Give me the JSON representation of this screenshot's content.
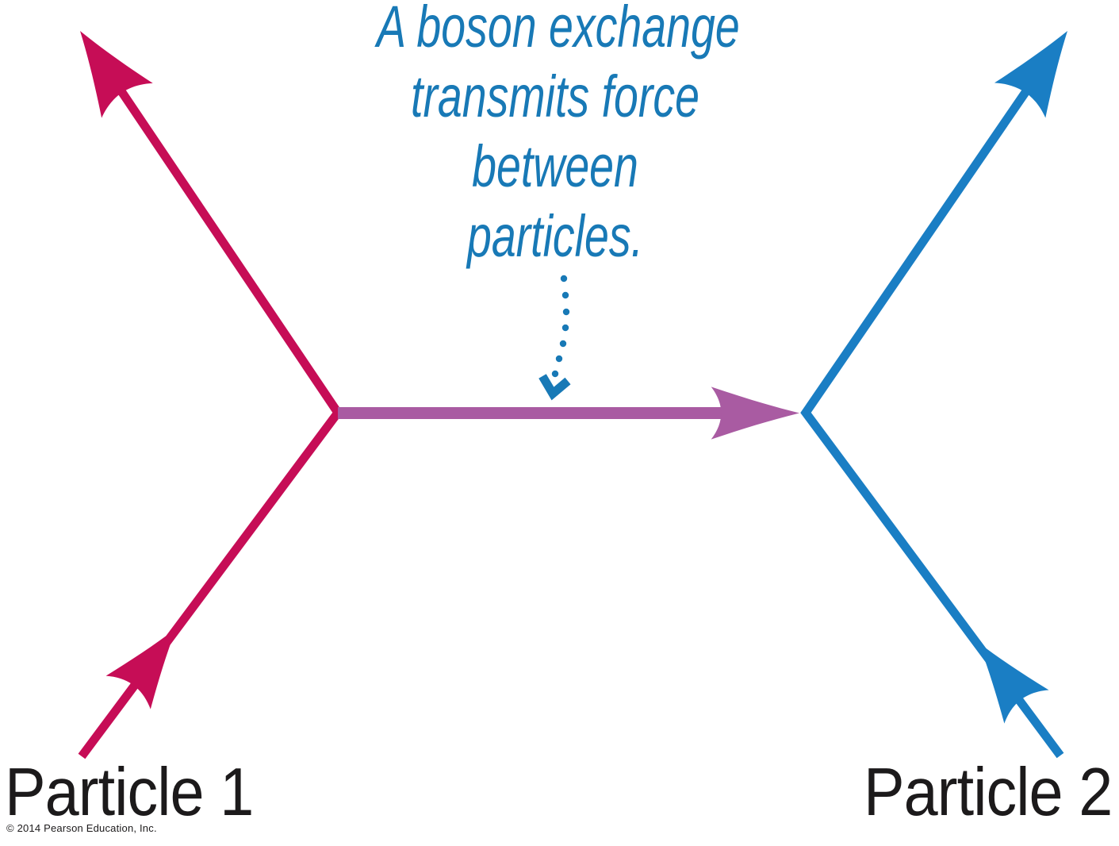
{
  "caption": {
    "lines": [
      "A boson exchange",
      "transmits force",
      "between",
      "particles."
    ]
  },
  "labels": {
    "particle1": "Particle 1",
    "particle2": "Particle 2"
  },
  "footer": {
    "copyright": "© 2014 Pearson Education, Inc."
  },
  "colors": {
    "particle1_line": "#C60D56",
    "particle2_line": "#1A7EC4",
    "boson_line": "#A95BA2",
    "caption_text": "#1879B6",
    "annotation_arrow": "#1879B6",
    "label_text": "#1C1A1B"
  }
}
